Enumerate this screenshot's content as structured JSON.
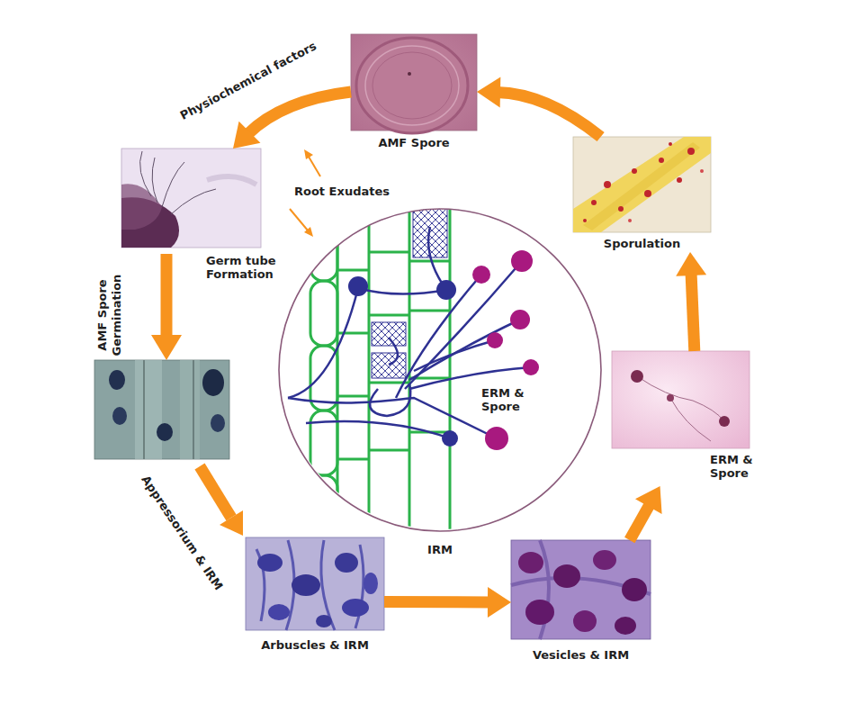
{
  "diagram": {
    "nodes": [
      {
        "text": [
          "AMF Spore"
        ]
      },
      {
        "text": [
          "Germ tube Formation"
        ]
      },
      {
        "text": [
          "Arbuscles & IRM"
        ]
      },
      {
        "text": [
          "Vesicles & IRM"
        ]
      },
      {
        "text": [
          "ERM & Spore"
        ]
      },
      {
        "text": [
          "Sporulation"
        ]
      },
      {
        "text": [
          "ERM & Spore",
          "IRM"
        ]
      }
    ],
    "edges": [
      {
        "from": 0,
        "to": 1,
        "arrow": "to",
        "label": "Physiochemical factors"
      },
      {
        "from": 2,
        "to": 3,
        "arrow": "to"
      },
      {
        "from": 3,
        "to": 4,
        "arrow": "to"
      },
      {
        "from": 4,
        "to": 5,
        "arrow": "to"
      },
      {
        "from": 5,
        "to": 0,
        "arrow": "to"
      }
    ],
    "labels": [
      "Root Exudates",
      "AMF Spore Germination",
      "Appressorium & IRM"
    ]
  }
}
